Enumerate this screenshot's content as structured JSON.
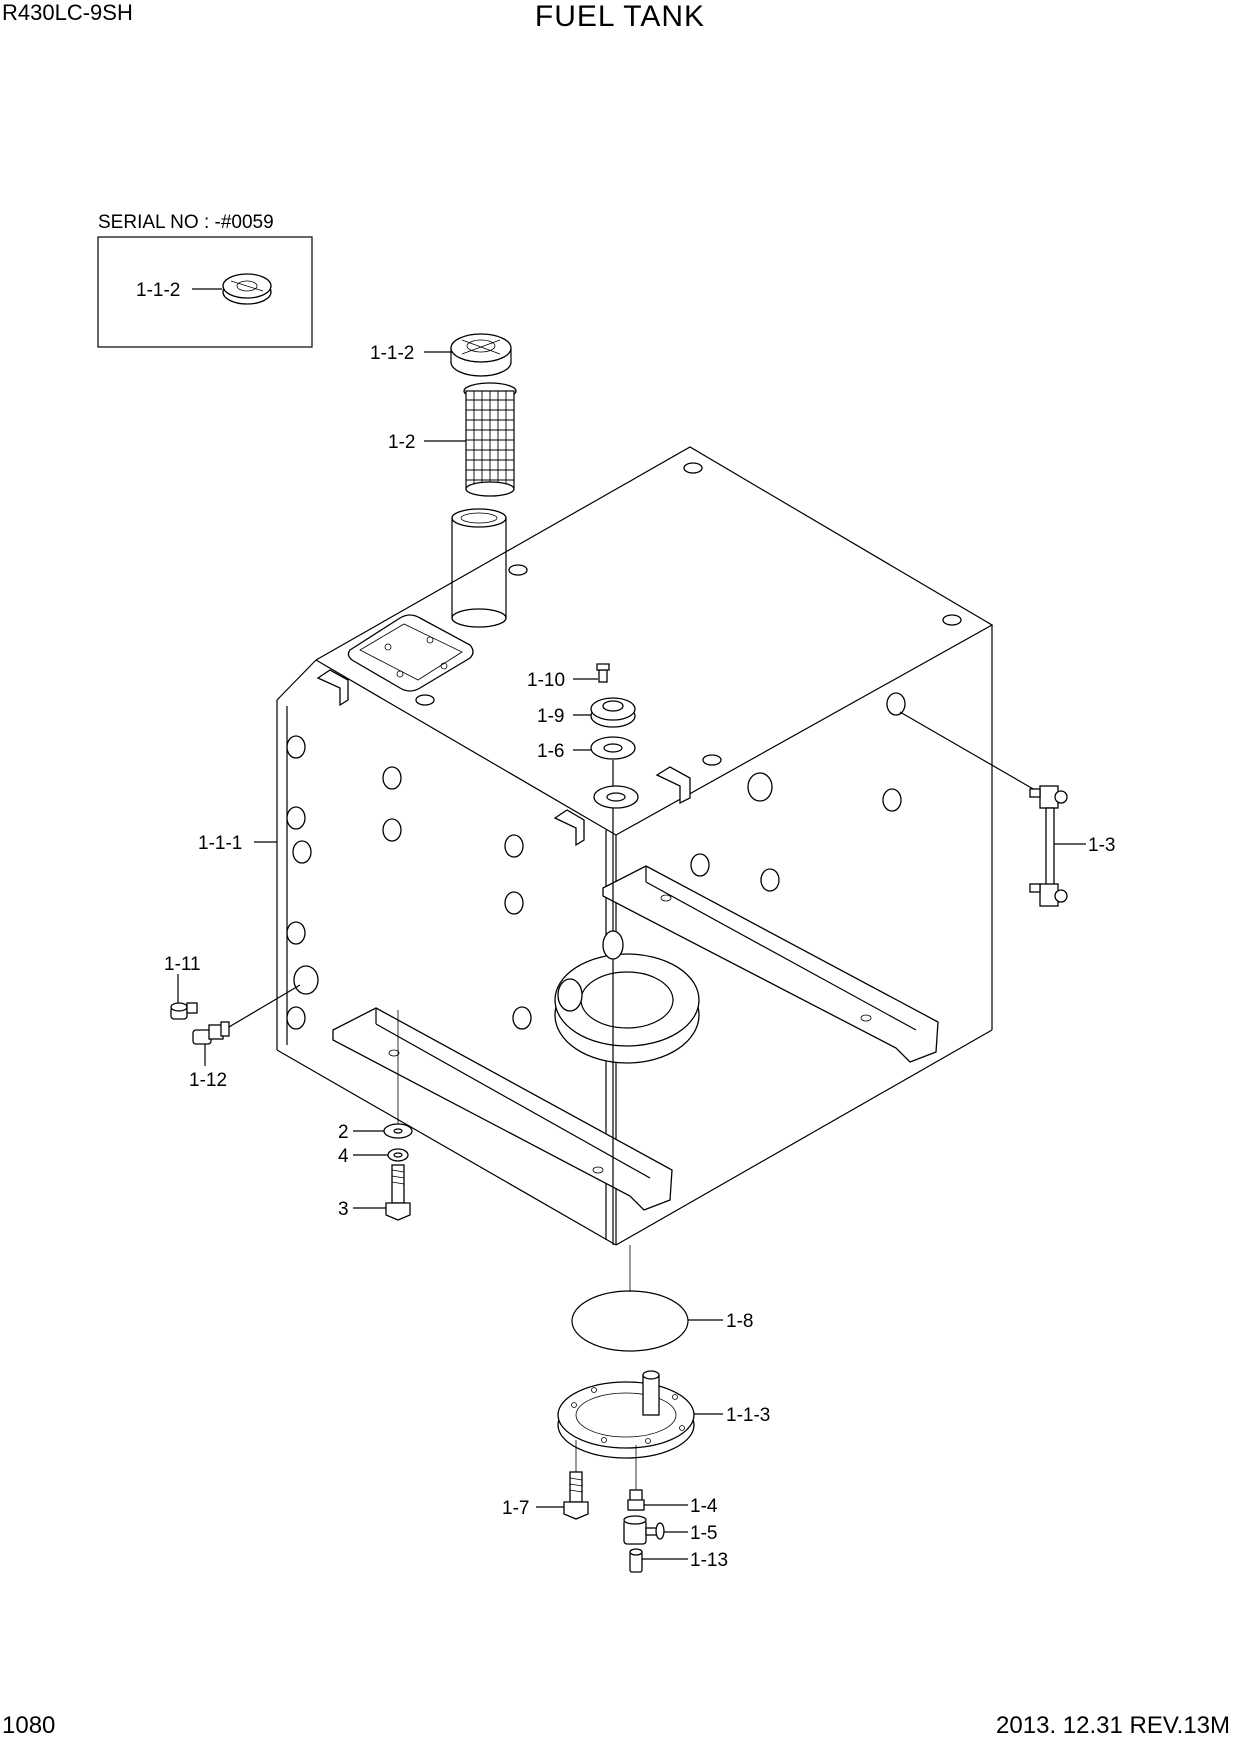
{
  "header": {
    "model": "R430LC-9SH",
    "title": "FUEL TANK"
  },
  "footer": {
    "page_number": "1080",
    "revision": "2013. 12.31  REV.13M"
  },
  "inset": {
    "serial_label": "SERIAL NO : -#0059",
    "part_label": "1-1-2"
  },
  "parts": {
    "cap": "1-1-2",
    "strainer": "1-2",
    "bolt_top": "1-10",
    "cover_top": "1-9",
    "gasket_top": "1-6",
    "tank": "1-1-1",
    "level_gauge": "1-3",
    "plug": "1-11",
    "connector": "1-12",
    "washer": "2",
    "spring_washer": "4",
    "bolt": "3",
    "o_ring": "1-8",
    "bottom_cover": "1-1-3",
    "drain_bolt": "1-7",
    "elbow": "1-4",
    "drain_valve": "1-5",
    "drain_plug": "1-13"
  }
}
